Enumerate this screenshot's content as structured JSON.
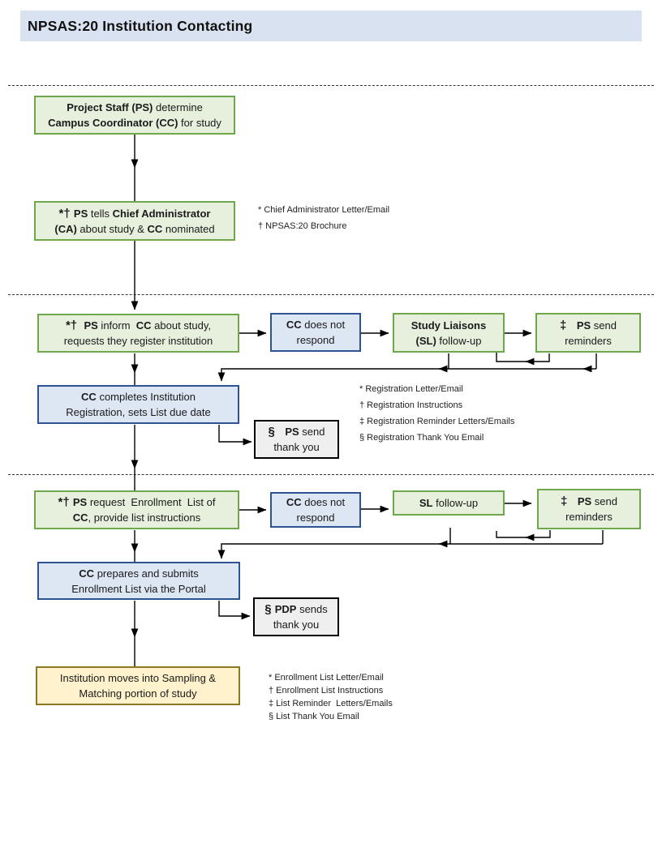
{
  "title": "NPSAS:20 Institution Contacting",
  "colors": {
    "title_bg": "#d9e2f1",
    "green_fill": "#e7efdd",
    "green_border": "#6fa84c",
    "blue_fill": "#dde6f3",
    "blue_border": "#2e5395",
    "gray_fill": "#efefef",
    "gray_border": "#000000",
    "yellow_fill": "#fff2cc",
    "yellow_border": "#8f7622",
    "connector": "#000000"
  },
  "boxes": {
    "determine_cc": [
      [
        "Project Staff (PS)",
        " determine"
      ],
      [
        "Campus Coordinator (CC)",
        " for study"
      ]
    ],
    "tell_ca": [
      [
        "*† ",
        "PS",
        " tells ",
        "Chief Administrator"
      ],
      [
        "(CA)",
        " about study & ",
        "CC",
        " nominated"
      ]
    ],
    "inform_cc": [
      [
        "*†  ",
        "PS",
        " inform  ",
        "CC",
        " about study,"
      ],
      [
        "requests they register institution"
      ]
    ],
    "no_respond_reg": [
      [
        "CC",
        " does not"
      ],
      [
        "respond"
      ]
    ],
    "sl_followup_reg": [
      [
        "Study Liaisons"
      ],
      [
        "(SL)",
        " follow-up"
      ]
    ],
    "reminders_reg": [
      [
        "‡   ",
        "PS",
        " send"
      ],
      [
        "reminders"
      ]
    ],
    "complete_reg": [
      [
        "CC",
        " completes Institution"
      ],
      [
        "Registration, sets List due date"
      ]
    ],
    "thankyou_reg": [
      [
        "§   ",
        "PS",
        " send"
      ],
      [
        "thank you"
      ]
    ],
    "request_list": [
      [
        "*† ",
        "PS",
        " request  Enrollment  List of"
      ],
      [
        "CC",
        ", provide list instructions"
      ]
    ],
    "no_respond_list": [
      [
        "CC",
        " does not"
      ],
      [
        "respond"
      ]
    ],
    "sl_followup_list": [
      [
        "SL",
        " follow-up"
      ]
    ],
    "reminders_list": [
      [
        "‡   ",
        "PS",
        " send"
      ],
      [
        "reminders"
      ]
    ],
    "submit_list": [
      [
        "CC",
        " prepares and submits"
      ],
      [
        "Enrollment List via the Portal"
      ]
    ],
    "thankyou_list": [
      [
        "§ ",
        "PDP",
        " sends"
      ],
      [
        "thank you"
      ]
    ],
    "sampling": [
      [
        "Institution moves into Sampling &"
      ],
      [
        "Matching portion of study"
      ]
    ]
  },
  "notes": {
    "chief_admin": [
      "* Chief Administrator Letter/Email",
      "† NPSAS:20 Brochure"
    ],
    "registration": [
      "* Registration Letter/Email",
      "† Registration Instructions",
      "‡ Registration Reminder Letters/Emails",
      "§ Registration Thank You Email"
    ],
    "enrollment": [
      "* Enrollment List Letter/Email",
      "† Enrollment List Instructions",
      "‡ List Reminder  Letters/Emails",
      "§ List Thank You Email"
    ]
  }
}
